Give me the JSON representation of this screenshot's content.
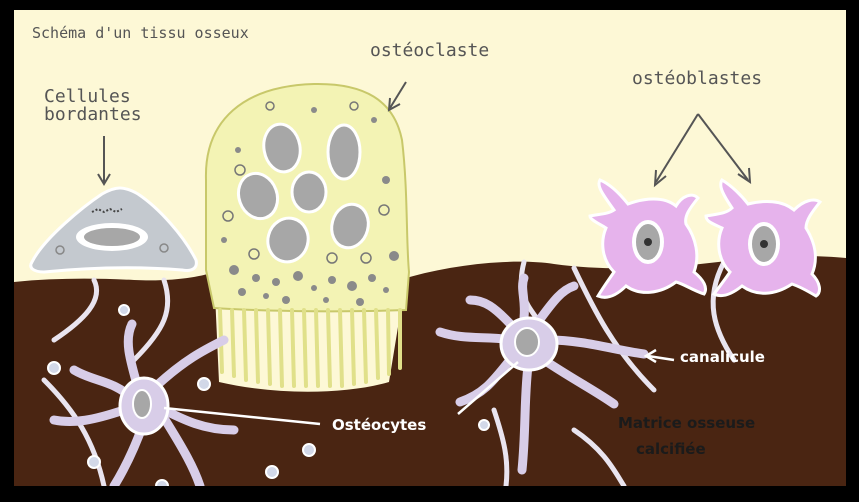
{
  "title": "Schéma d'un tissu osseux",
  "labels": {
    "osteoclast": "ostéoclaste",
    "osteoblasts": "ostéoblastes",
    "lining_cells_line1": "Cellules",
    "lining_cells_line2": "bordantes",
    "canaliculus": "canalicule",
    "osteocytes": "Ostéocytes",
    "matrix_line1": "Matrice osseuse",
    "matrix_line2": "calcifiée"
  },
  "colors": {
    "background": "#fdf8d6",
    "bone_matrix": "#4a2512",
    "osteoclast": "#f3f3b4",
    "osteoblast": "#e6b3ec",
    "lining_cell": "#c4c9cf",
    "nucleus": "#a7a7a7",
    "osteocyte": "#d8cde8"
  }
}
